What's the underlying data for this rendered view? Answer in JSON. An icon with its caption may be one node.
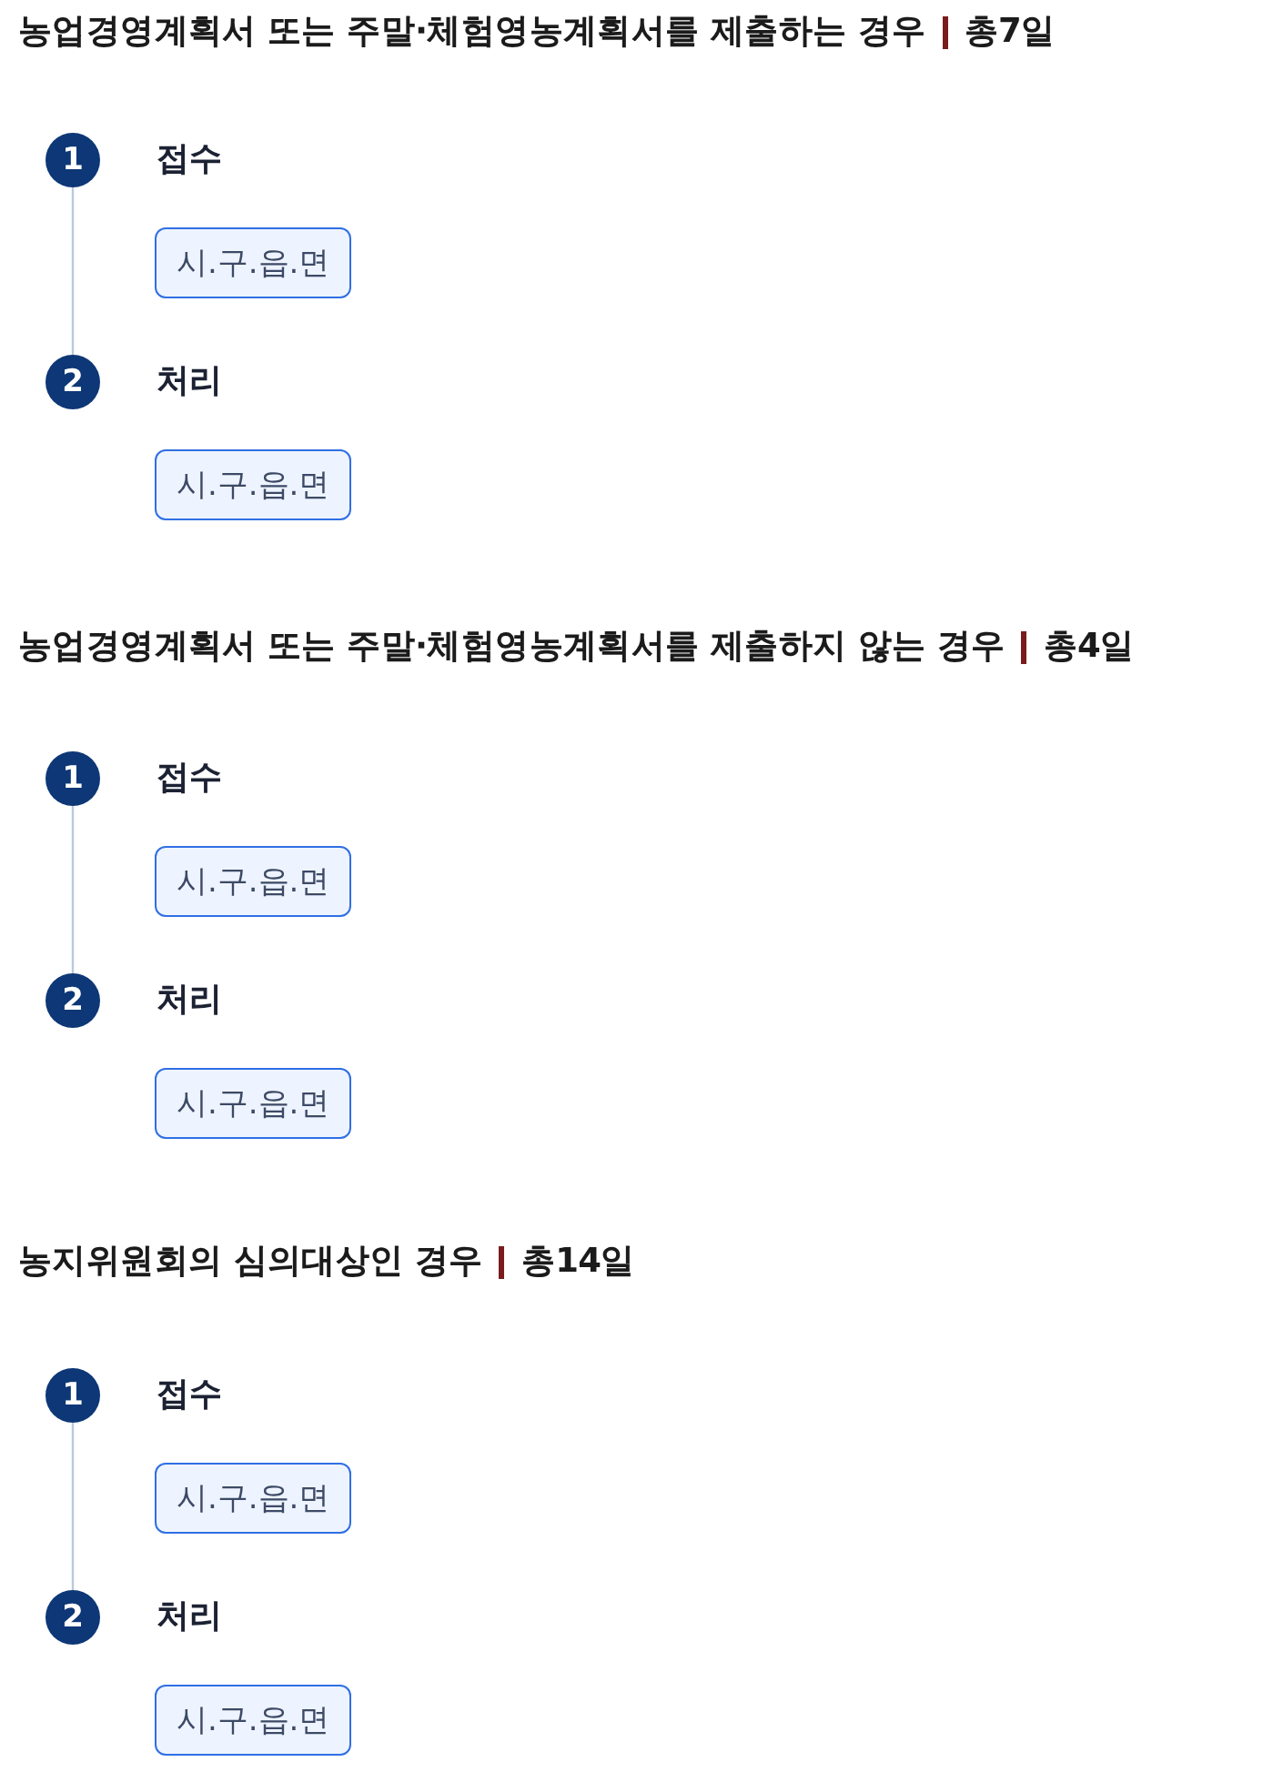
{
  "diagram": {
    "nodes": [
      {
        "text": [
          "1"
        ],
        "beside": [
          "접수"
        ]
      },
      {
        "text": [
          "시.구.읍.면"
        ]
      },
      {
        "text": [
          "2"
        ],
        "beside": [
          "처리"
        ]
      },
      {
        "text": [
          "시.구.읍.면"
        ]
      },
      {
        "text": [
          "1"
        ],
        "beside": [
          "접수"
        ]
      },
      {
        "text": [
          "시.구.읍.면"
        ]
      },
      {
        "text": [
          "2"
        ],
        "beside": [
          "처리"
        ]
      },
      {
        "text": [
          "시.구.읍.면"
        ]
      },
      {
        "text": [
          "1"
        ],
        "beside": [
          "접수"
        ]
      },
      {
        "text": [
          "시.구.읍.면"
        ]
      },
      {
        "text": [
          "2"
        ],
        "beside": [
          "처리"
        ]
      },
      {
        "text": [
          "시.구.읍.면"
        ]
      }
    ],
    "edges": [
      {
        "from": 0,
        "to": 2,
        "arrow": "none"
      },
      {
        "from": 4,
        "to": 6,
        "arrow": "none"
      },
      {
        "from": 8,
        "to": 10,
        "arrow": "none"
      }
    ],
    "labels": [
      "농업경영계획서 또는 주말·체험영농계획서를 제출하는 경우",
      "총7일",
      "농업경영계획서 또는 주말·체험영농계획서를 제출하지 않는 경우",
      "총4일",
      "농지위원회의 심의대상인 경우",
      "총14일"
    ]
  }
}
